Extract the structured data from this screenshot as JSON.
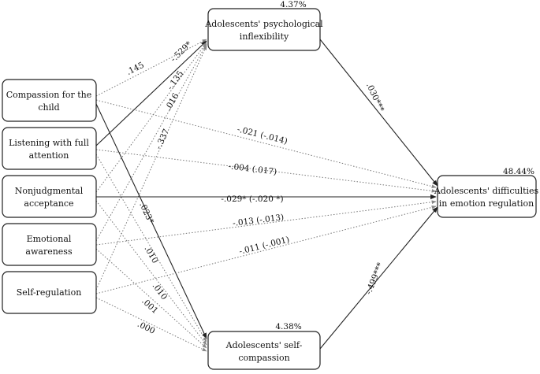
{
  "nodes": {
    "compassion": [
      "Compassion for the",
      "child"
    ],
    "listening": [
      "Listening with full",
      "attention"
    ],
    "nonjudgmental": [
      "Nonjudgmental",
      "acceptance"
    ],
    "emotional": [
      "Emotional",
      "awareness"
    ],
    "selfreg": [
      "Self-regulation"
    ],
    "inflex": [
      "Adolescents' psychological",
      "inflexibility"
    ],
    "selfcomp": [
      "Adolescents' self-",
      "compassion"
    ],
    "difficulties": [
      "Adolescents' difficulties",
      "in emotion regulation"
    ]
  },
  "r2": {
    "inflex": "4.37%",
    "selfcomp": "4.38%",
    "difficulties": "48.44%"
  },
  "paths": {
    "compassion_to_inflex": ".145",
    "listening_to_inflex": "-.529*",
    "nonjudgmental_to_inflex": "-.135",
    "emotional_to_inflex": ".016",
    "selfreg_to_inflex": "-.337",
    "compassion_to_selfcomp": ".023*",
    "listening_to_selfcomp": ".010",
    "nonjudgmental_to_selfcomp": ".010",
    "emotional_to_selfcomp": ".001",
    "selfreg_to_selfcomp": ".000",
    "compassion_to_difficulties": "-.021 (-.014)",
    "listening_to_difficulties": "-.004 (.017)",
    "nonjudgmental_to_difficulties": "-.029* (-.020 *)",
    "emotional_to_difficulties": "-.013 (-.013)",
    "selfreg_to_difficulties": "-.011 (-.001)",
    "inflex_to_difficulties": ".030***",
    "selfcomp_to_difficulties": "-.499***"
  }
}
